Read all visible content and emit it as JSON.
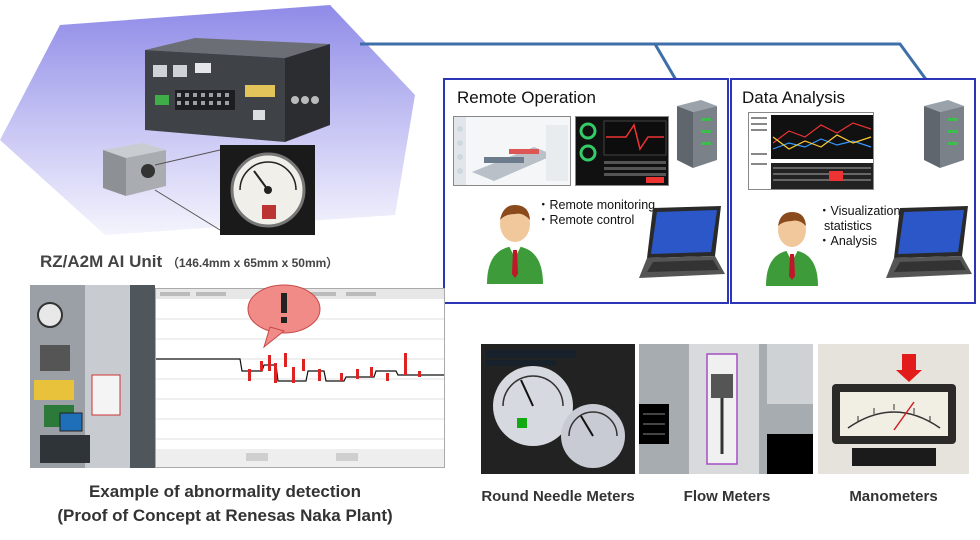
{
  "unit": {
    "name": "RZ/A2M AI Unit",
    "dims": "（146.4mm x 65mm x 50mm）"
  },
  "remote": {
    "title": "Remote Operation",
    "bullets": [
      "・Remote monitoring",
      "・Remote control"
    ]
  },
  "analysis": {
    "title": "Data Analysis",
    "bullets": [
      "・Visualization",
      "statistics",
      "・Analysis"
    ]
  },
  "detection": {
    "line1": "Example of abnormality detection",
    "line2": "(Proof of Concept at Renesas Naka Plant)"
  },
  "meters": {
    "round": "Round Needle Meters",
    "flow": "Flow Meters",
    "mano": "Manometers"
  },
  "colors": {
    "panel_border": "#2c35b8",
    "network_line": "#4a78b0",
    "hexagon": "#b7b5ef",
    "alert_bubble": "#f08b88"
  }
}
